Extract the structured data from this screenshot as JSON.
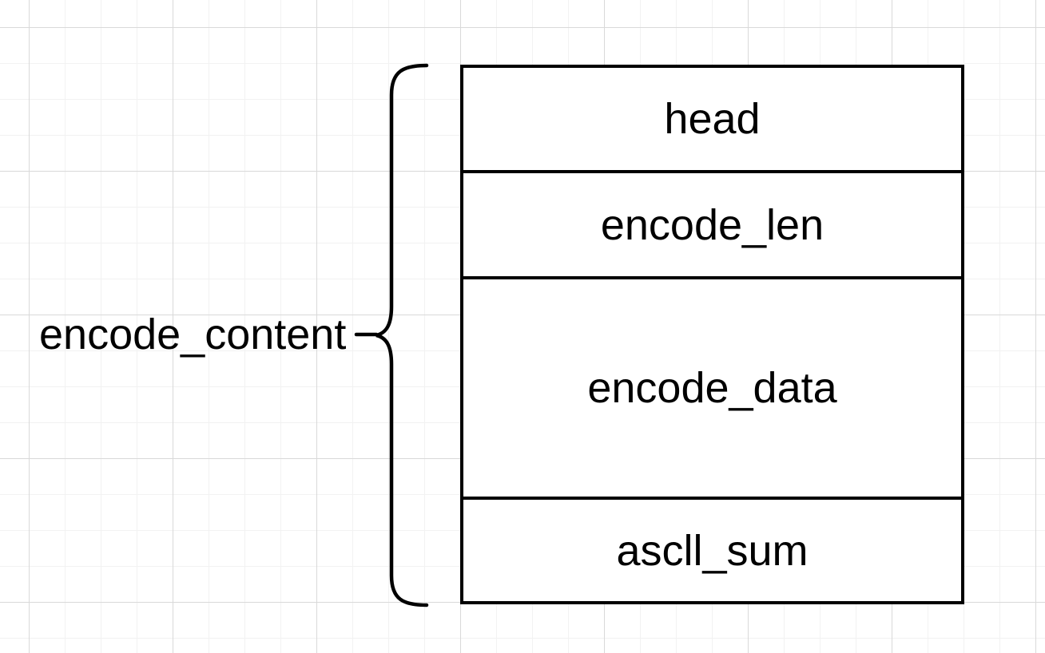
{
  "diagram": {
    "brace_label": "encode_content",
    "struct_box": {
      "rows": [
        {
          "label": "head"
        },
        {
          "label": "encode_len"
        },
        {
          "label": "encode_data"
        },
        {
          "label": "ascll_sum"
        }
      ]
    },
    "colors": {
      "stroke": "#000000",
      "shape_fill": "#ffffff",
      "grid_minor": "#f2f2f2",
      "grid_major": "#d9d9d9",
      "background": "#ffffff"
    }
  }
}
